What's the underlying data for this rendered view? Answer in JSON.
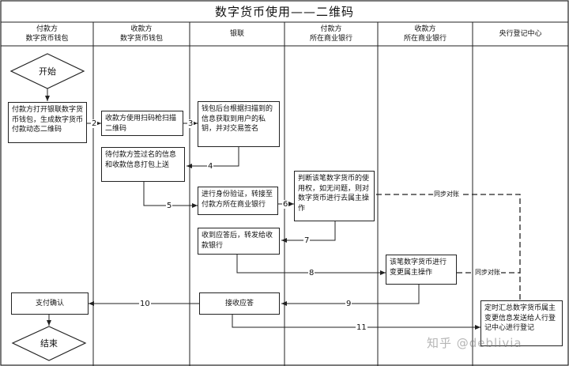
{
  "title": "数字货币使用——二维码",
  "lanes": [
    {
      "line1": "付款方",
      "line2": "数字货币钱包"
    },
    {
      "line1": "收款方",
      "line2": "数字货币钱包"
    },
    {
      "line1": "银联",
      "line2": ""
    },
    {
      "line1": "付款方",
      "line2": "所在商业银行"
    },
    {
      "line1": "收款方",
      "line2": "所在商业银行"
    },
    {
      "line1": "央行登记中心",
      "line2": ""
    }
  ],
  "nodes": {
    "start": "开始",
    "end": "结束",
    "payer_open": "付款方打开银联数字货币钱包，生成数字货币付款动态二维码",
    "payee_scan": "收款方使用扫码枪扫描二维码",
    "wallet_sign": "钱包后台根据扫描到的信息获取到用户的私钥，并对交易签名",
    "payee_package": "待付款方签过名的信息和收款信息打包上送",
    "unionpay_verify": "进行身份验证，转接至付款方所在商业银行",
    "payer_bank_judge": "判断该笔数字货币的使用权，如无问题，则对数字货币进行去属主操作",
    "unionpay_forward": "收到应答后，转发给收款银行",
    "payee_bank_change": "该笔数字货币进行变更属主操作",
    "payment_confirm": "支付确认",
    "unionpay_receive": "接收应答",
    "central_register": "定时汇总数字货币属主变更信息发送给人行登记中心进行登记"
  },
  "step_numbers": [
    "2",
    "3",
    "4",
    "5",
    "6",
    "7",
    "8",
    "9",
    "10",
    "11"
  ],
  "sync_label_1": "同步对账",
  "sync_label_2": "同步对账",
  "watermark": "知乎 @deblivia"
}
